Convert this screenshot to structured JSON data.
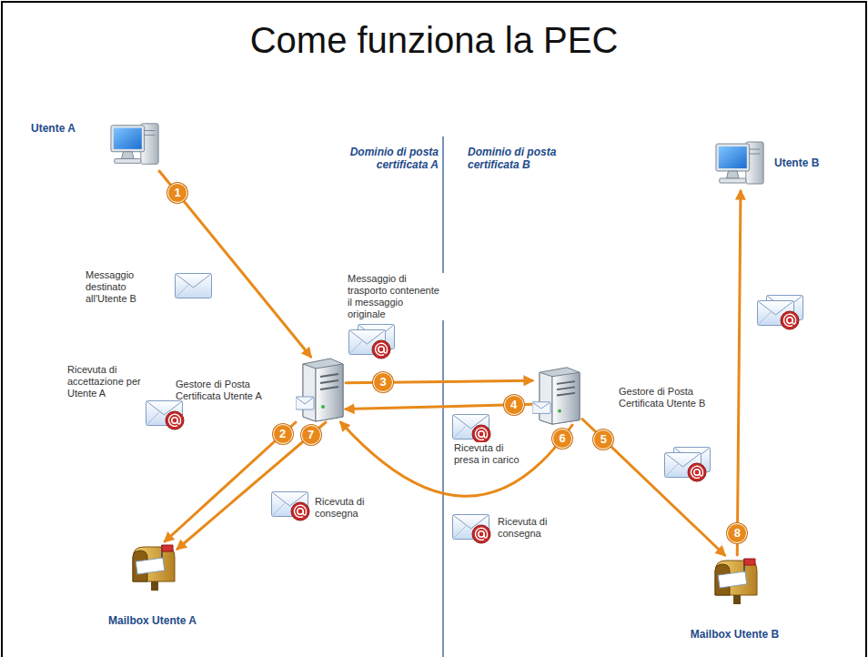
{
  "diagram": {
    "title": "Come funziona la PEC",
    "nodes": [
      {
        "text": [
          "Utente A"
        ]
      },
      {
        "text": [
          "Gestore di Posta Certificata Utente A"
        ]
      },
      {
        "text": [
          "Gestore di Posta Certificata Utente B"
        ]
      },
      {
        "text": [
          "Utente B"
        ]
      },
      {
        "text": [
          "Mailbox Utente A"
        ]
      },
      {
        "text": [
          "Mailbox Utente B"
        ]
      }
    ],
    "edges": [
      {
        "from": 0,
        "to": 1,
        "label": "1",
        "arrow": "to"
      },
      {
        "from": 1,
        "to": 4,
        "label": "2",
        "arrow": "to"
      },
      {
        "from": 1,
        "to": 2,
        "label": "3",
        "arrow": "to"
      },
      {
        "from": 2,
        "to": 1,
        "label": "4",
        "arrow": "to"
      },
      {
        "from": 2,
        "to": 5,
        "label": "5",
        "arrow": "to"
      },
      {
        "from": 2,
        "to": 1,
        "label": "6",
        "arrow": "to"
      },
      {
        "from": 1,
        "to": 4,
        "label": "7",
        "arrow": "to"
      },
      {
        "from": 5,
        "to": 3,
        "label": "8",
        "arrow": "to"
      }
    ],
    "labels": [
      "Dominio di posta certificata A",
      "Dominio di posta certificata B",
      "Messaggio destinato all'Utente B",
      "Messaggio di trasporto contenente il messaggio originale",
      "Ricevuta di accettazione per Utente A",
      "Ricevuta di consegna",
      "Ricevuta di presa in carico",
      "Ricevuta di consegna"
    ]
  }
}
